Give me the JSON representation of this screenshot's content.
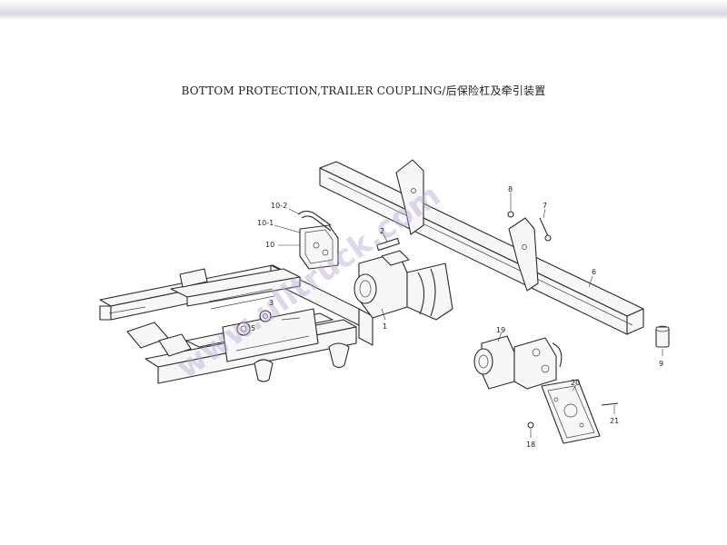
{
  "page": {
    "title": "BOTTOM PROTECTION,TRAILER COUPLING/后保险杠及牵引装置",
    "watermark": "www.ulltruck.com"
  },
  "callouts": {
    "c10_2": "10-2",
    "c10_1": "10-1",
    "c10": "10",
    "c2a": "2",
    "c1": "1",
    "c3": "3",
    "c5": "5",
    "c8": "8",
    "c7": "7",
    "c6": "6",
    "c19": "19",
    "c9": "9",
    "c20": "20",
    "c21": "21",
    "c18": "18"
  },
  "colors": {
    "line": "#2b2b2b",
    "watermark": "#b9a8d6",
    "scan_bar": "#d7d7de"
  }
}
